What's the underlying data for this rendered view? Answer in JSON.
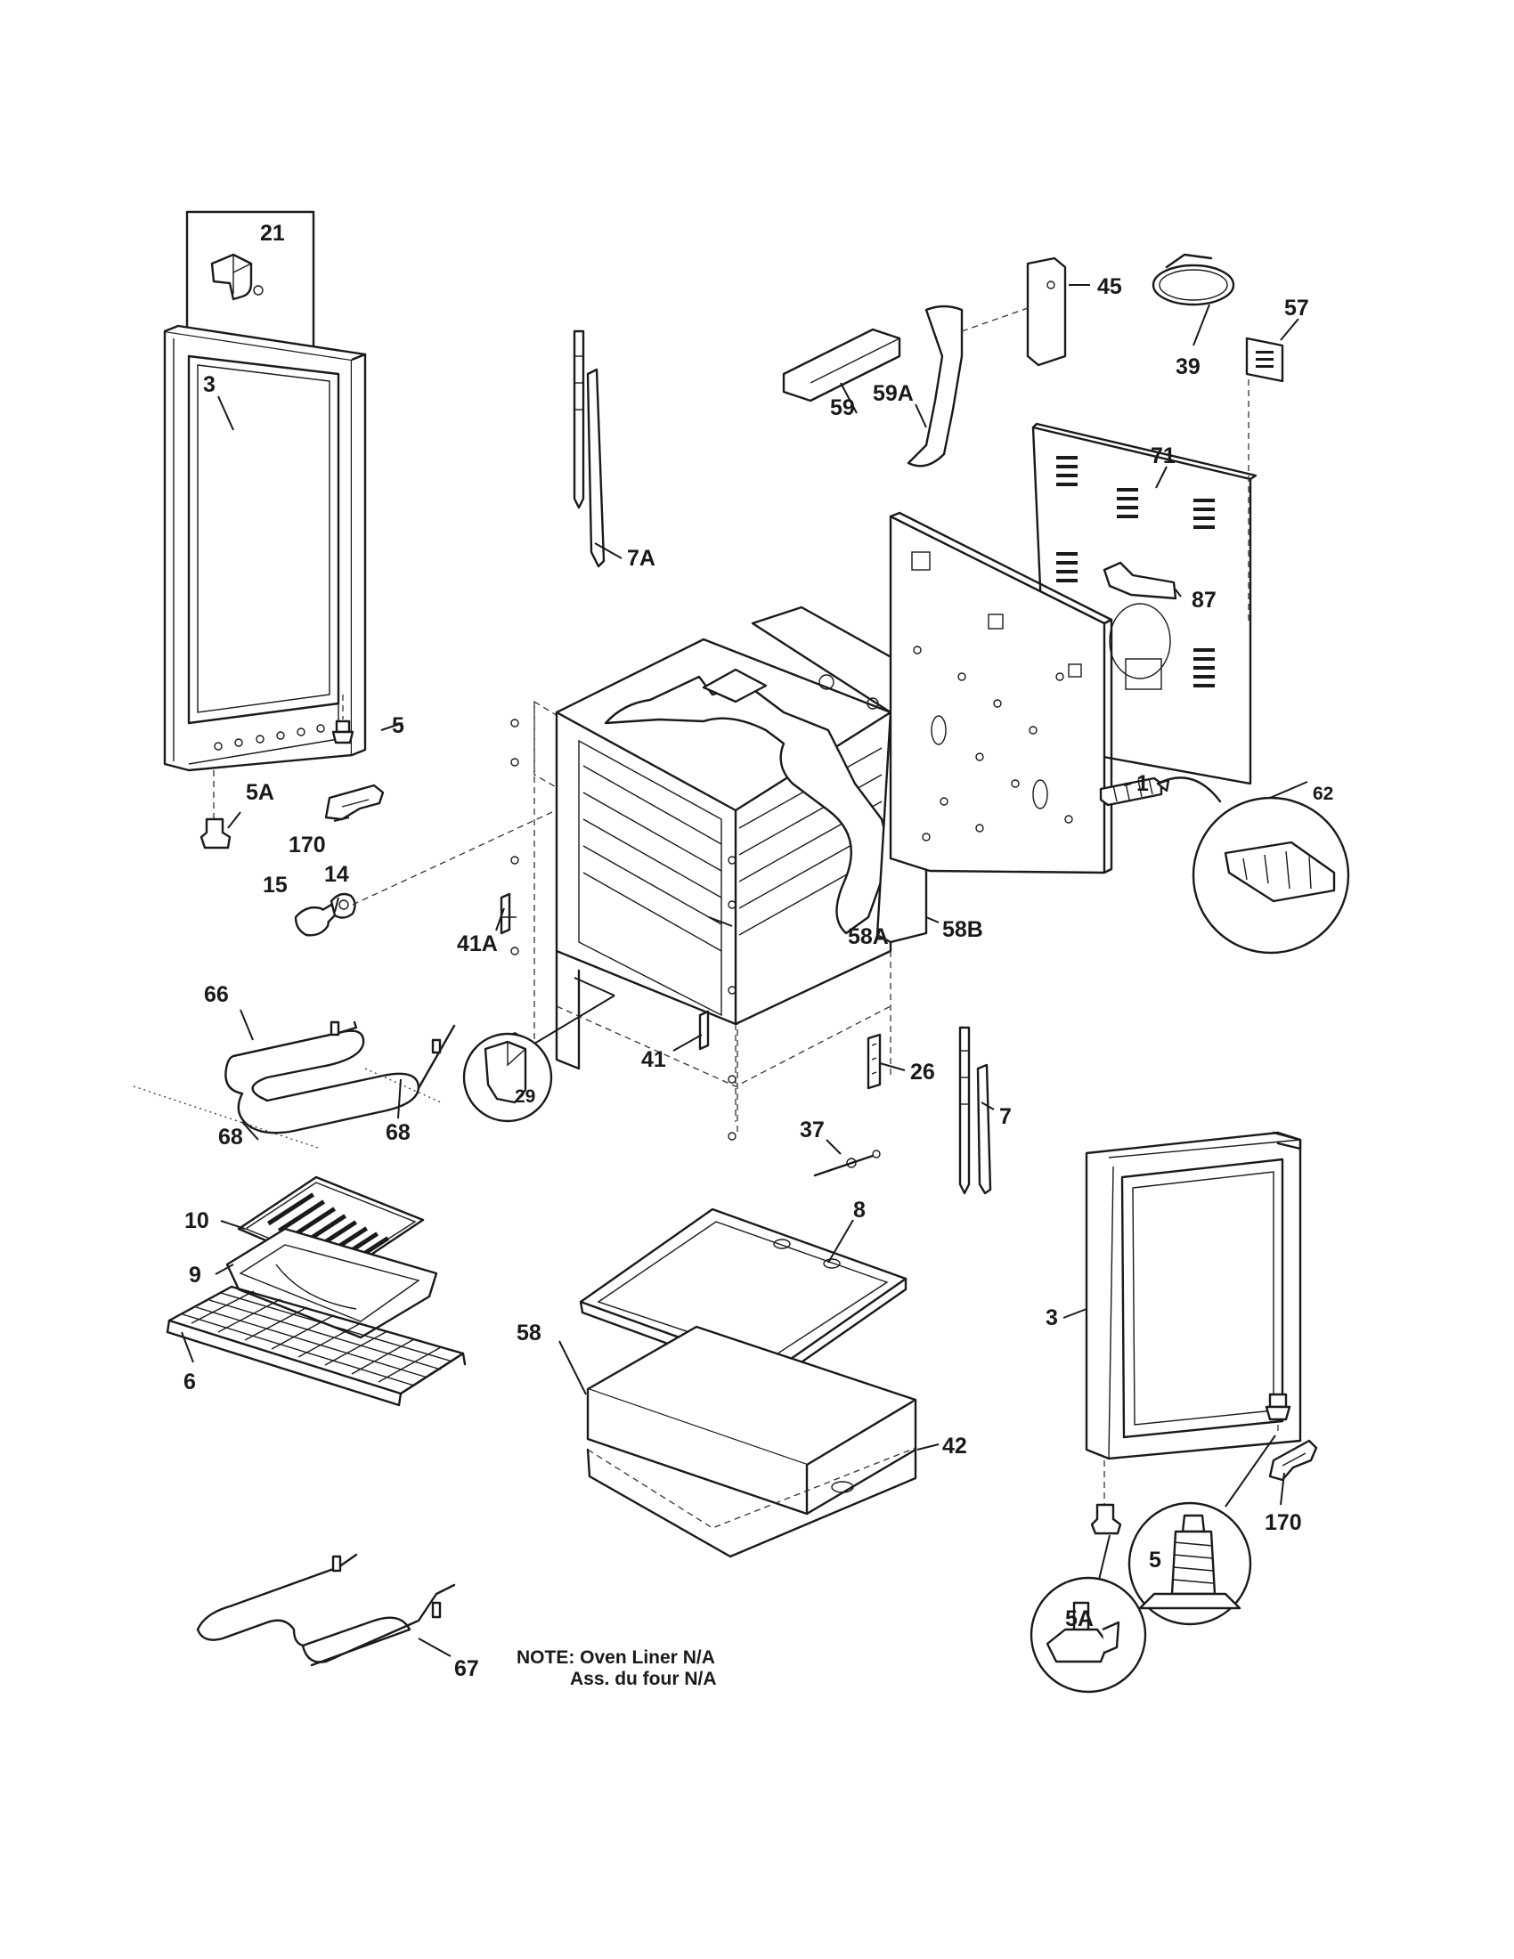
{
  "labels": {
    "p21": "21",
    "p3_left": "3",
    "p5_left": "5",
    "p5a_left": "5A",
    "p170_left": "170",
    "p15": "15",
    "p14": "14",
    "p66": "66",
    "p68_a": "68",
    "p68_b": "68",
    "p10": "10",
    "p9": "9",
    "p6": "6",
    "p67": "67",
    "p7a": "7A",
    "p41a": "41A",
    "p29": "29",
    "p41": "41",
    "p58a": "58A",
    "p58b": "58B",
    "p26": "26",
    "p7": "7",
    "p37": "37",
    "p8": "8",
    "p58": "58",
    "p42": "42",
    "p59a": "59A",
    "p59": "59",
    "p45": "45",
    "p39": "39",
    "p57": "57",
    "p71": "71",
    "p87": "87",
    "p1": "1",
    "p62": "62",
    "p3_right": "3",
    "p5_right": "5",
    "p5a_right": "5A",
    "p170_right": "170"
  },
  "note": {
    "line1": "NOTE: Oven Liner N/A",
    "line2": "Ass. du four N/A"
  }
}
